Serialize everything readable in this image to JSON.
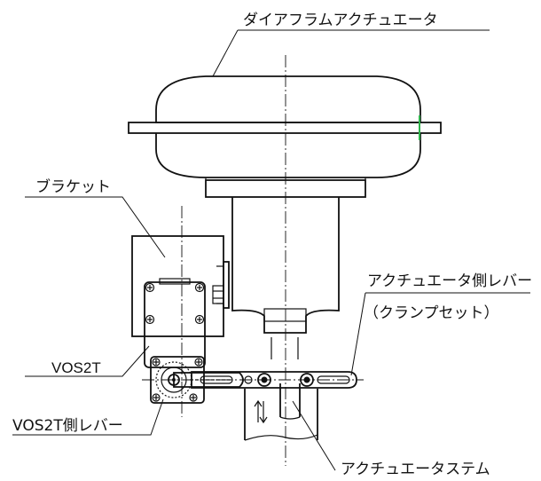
{
  "labels": {
    "diaphragm_actuator": "ダイアフラムアクチュエータ",
    "bracket": "ブラケット",
    "actuator_lever_line1": "アクチュエータ側レバー",
    "actuator_lever_line2": "（クランプセット）",
    "vos2t": "VOS2T",
    "vos2t_lever": "VOS2T側レバー",
    "actuator_stem": "アクチュエータステム"
  },
  "colors": {
    "line": "#111111",
    "accent_mark": "#2db34a"
  }
}
